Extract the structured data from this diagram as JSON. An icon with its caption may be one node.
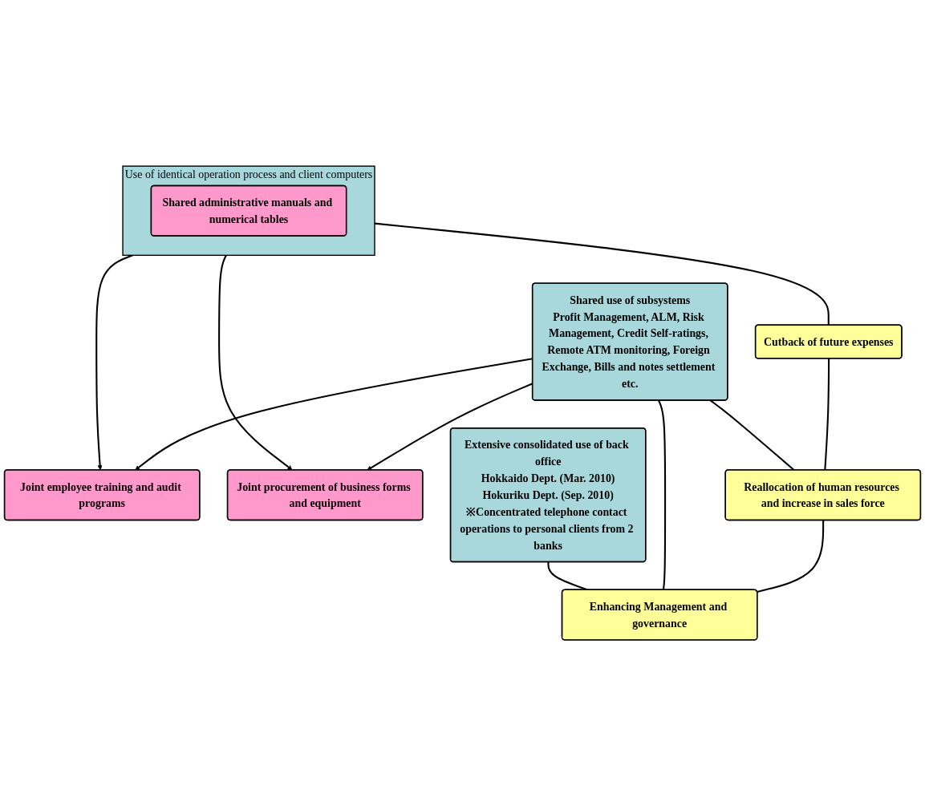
{
  "diagram": {
    "nodes": [
      {
        "text": [
          "Use of identical operation process and client computers"
        ]
      },
      {
        "text": [
          "Shared administrative manuals and numerical tables"
        ],
        "in": 0
      },
      {
        "text": [
          "Joint employee training and audit programs"
        ]
      },
      {
        "text": [
          "Joint procurement of business forms and equipment"
        ]
      },
      {
        "text": [
          "Shared use of subsystems",
          "Profit Management, ALM, Risk Management, Credit Self-ratings, Remote ATM monitoring, Foreign Exchange, Bills and notes settlement etc."
        ]
      },
      {
        "text": [
          "Extensive consolidated use of back office",
          "Hokkaido Dept. (Mar. 2010)",
          "Hokuriku Dept. (Sep. 2010)",
          "※Concentrated telephone contact operations to personal clients from 2 banks"
        ]
      },
      {
        "text": [
          "Cutback of future expenses"
        ]
      },
      {
        "text": [
          "Reallocation of human resources and increase in sales force"
        ]
      },
      {
        "text": [
          "Enhancing Management and governance"
        ]
      }
    ],
    "edges": [
      {
        "from": 0,
        "to": 2,
        "arrow": "to"
      },
      {
        "from": 0,
        "to": 3,
        "arrow": "to"
      },
      {
        "from": 4,
        "to": 2,
        "arrow": "to"
      },
      {
        "from": 4,
        "to": 3,
        "arrow": "to"
      },
      {
        "from": 0,
        "to": 6,
        "arrow": "none"
      },
      {
        "from": 6,
        "to": 7,
        "arrow": "none"
      },
      {
        "from": 7,
        "to": 8,
        "arrow": "none"
      },
      {
        "from": 4,
        "to": 7,
        "arrow": "none"
      },
      {
        "from": 4,
        "to": 8,
        "arrow": "none"
      },
      {
        "from": 5,
        "to": 8,
        "arrow": "none"
      }
    ]
  }
}
